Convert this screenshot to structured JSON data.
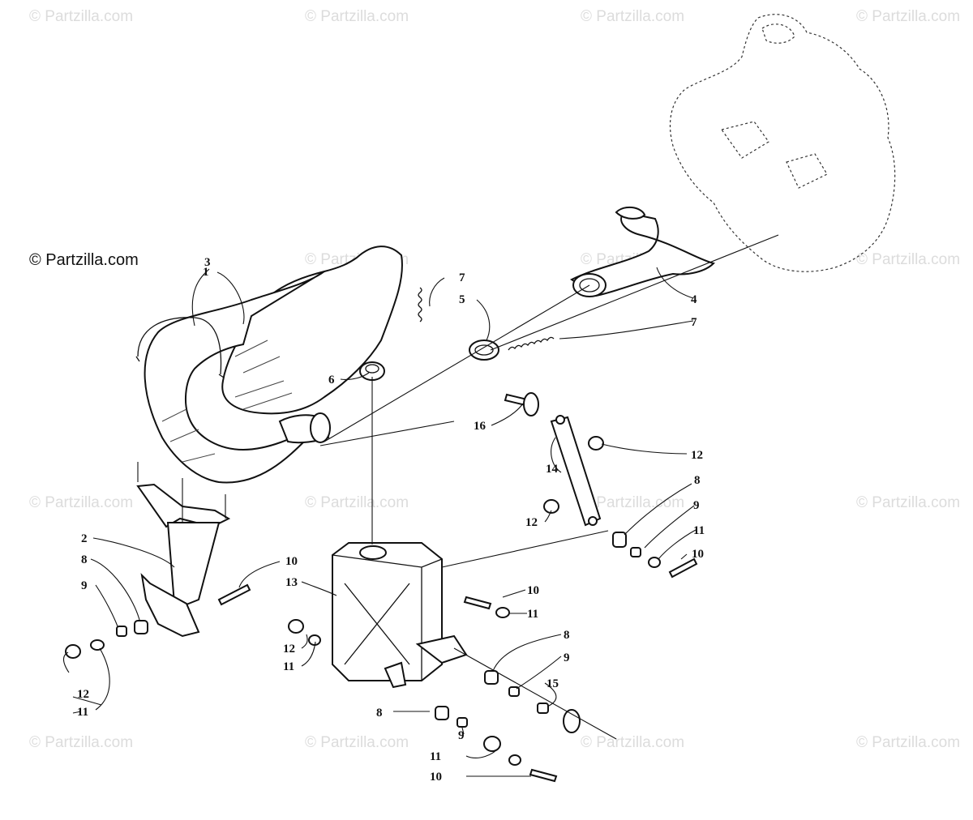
{
  "watermark": "© Partzilla.com",
  "copyright": "© Partzilla.com",
  "callouts": [
    {
      "label": "1"
    },
    {
      "label": "2"
    },
    {
      "label": "3"
    },
    {
      "label": "4"
    },
    {
      "label": "5"
    },
    {
      "label": "6"
    },
    {
      "label": "7"
    },
    {
      "label": "7"
    },
    {
      "label": "8"
    },
    {
      "label": "8"
    },
    {
      "label": "8"
    },
    {
      "label": "8"
    },
    {
      "label": "9"
    },
    {
      "label": "9"
    },
    {
      "label": "9"
    },
    {
      "label": "9"
    },
    {
      "label": "10"
    },
    {
      "label": "10"
    },
    {
      "label": "10"
    },
    {
      "label": "10"
    },
    {
      "label": "11"
    },
    {
      "label": "11"
    },
    {
      "label": "11"
    },
    {
      "label": "11"
    },
    {
      "label": "11"
    },
    {
      "label": "12"
    },
    {
      "label": "12"
    },
    {
      "label": "12"
    },
    {
      "label": "12"
    },
    {
      "label": "13"
    },
    {
      "label": "14"
    },
    {
      "label": "15"
    },
    {
      "label": "16"
    }
  ]
}
